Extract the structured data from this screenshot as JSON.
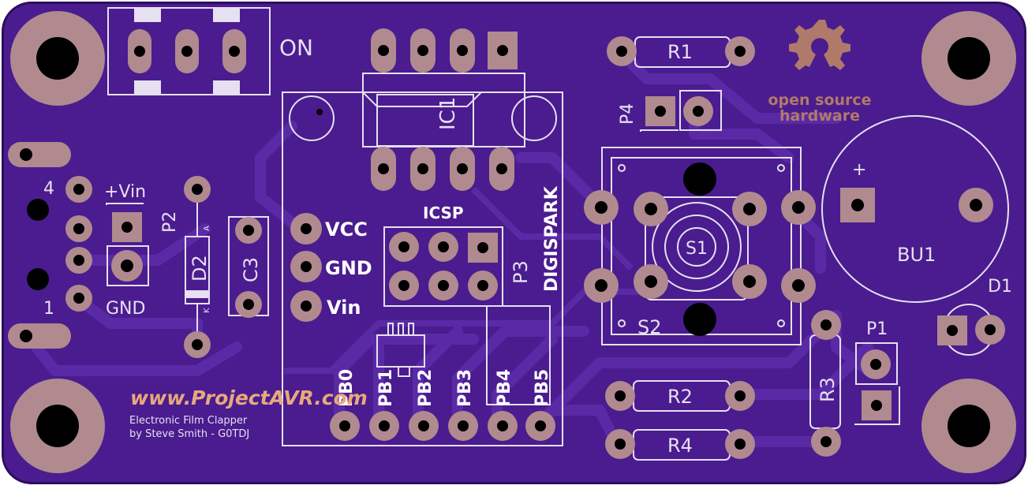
{
  "colors": {
    "board": "#4a1c8f",
    "board_edge": "#2d0e5c",
    "trace": "#5a2aa6",
    "copper": "#b08a8e",
    "silk": "#e6e0f0",
    "hole": "#000000",
    "osh_logo": "#b07a6a",
    "brand": "#e8a87c"
  },
  "board": {
    "switch_label": "ON",
    "ic_label": "IC1",
    "icsp_label": "ICSP",
    "digispark_label": "DIGISPARK",
    "power_pins": [
      "VCC",
      "GND",
      "Vin"
    ],
    "port_pins": [
      "PB0",
      "PB1",
      "PB2",
      "PB3",
      "PB4",
      "PB5"
    ],
    "refdes": {
      "r1": "R1",
      "r2": "R2",
      "r3": "R3",
      "r4": "R4",
      "p1": "P1",
      "p2": "P2",
      "p3": "P3",
      "p4": "P4",
      "d1": "D1",
      "d2": "D2",
      "c3": "C3",
      "s1": "S1",
      "s2": "S2",
      "bu1": "BU1"
    },
    "vin_label": "+Vin",
    "gnd_label": "GND",
    "pin4_label": "4",
    "pin1_label": "1",
    "diode_a": "A",
    "diode_k": "K",
    "osh_line1": "open source",
    "osh_line2": "hardware",
    "website": "www.ProjectAVR.com",
    "credit_line1": "Electronic Film Clapper",
    "credit_line2": "by Steve Smith - G0TDJ"
  }
}
